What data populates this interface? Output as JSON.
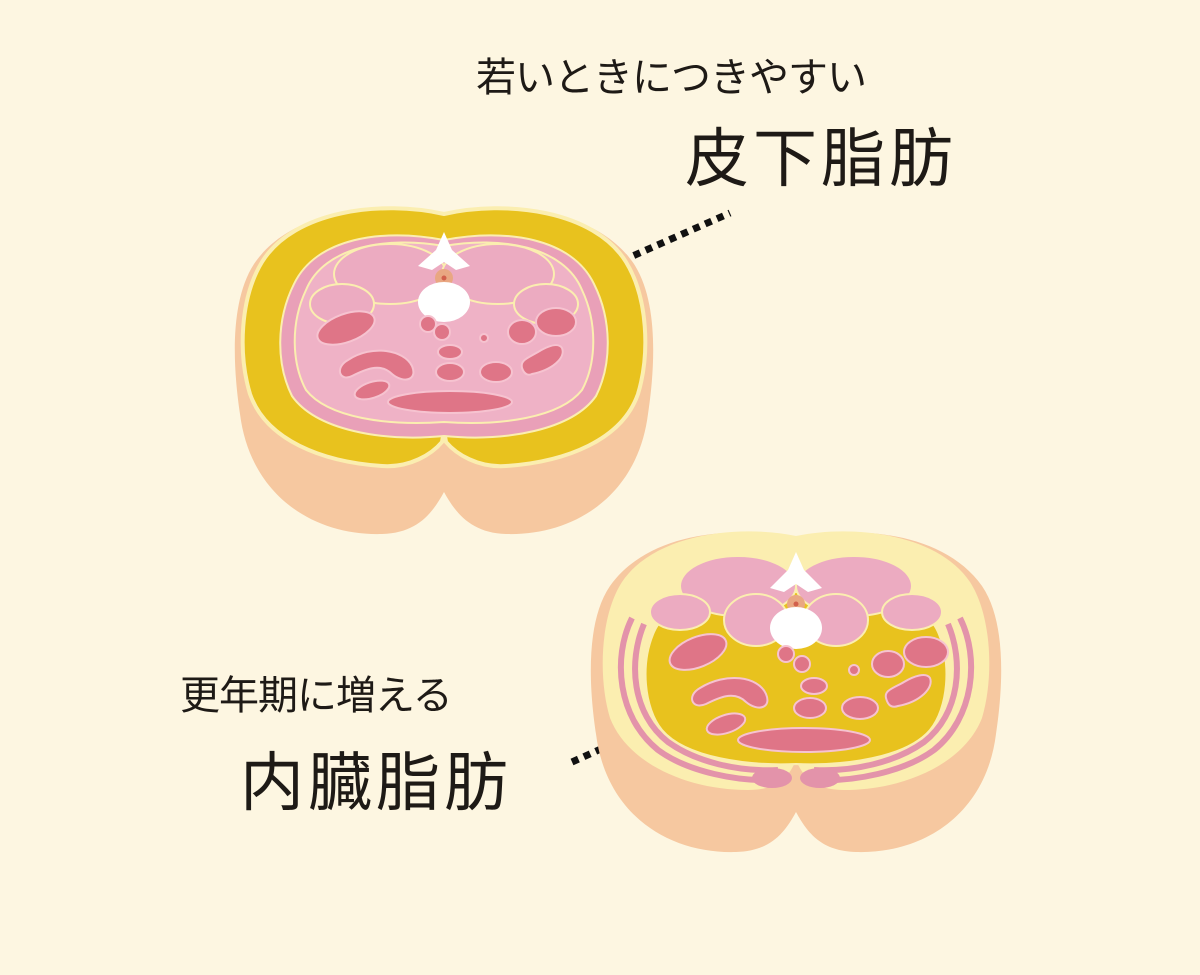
{
  "diagram": {
    "background_color": "#fdf6e1",
    "colors": {
      "skin": "#f6c8a0",
      "subcutaneous_fat": "#e8c21e",
      "fat_rim": "#fbeeb0",
      "muscle": "#ecabc1",
      "organ": "#df7587",
      "bone": "#ffffff",
      "spinal_cord": "#e9a782",
      "text": "#1e1a16",
      "leader_line": "#111111"
    },
    "figures": [
      {
        "id": "subcutaneous",
        "caption": "若いときにつきやすい",
        "title": "皮下脂肪",
        "description": "abdominal cross-section with thick outer (subcutaneous) fat layer"
      },
      {
        "id": "visceral",
        "caption": "更年期に増える",
        "title": "内臓脂肪",
        "description": "abdominal cross-section with fat surrounding internal organs (visceral)"
      }
    ]
  }
}
